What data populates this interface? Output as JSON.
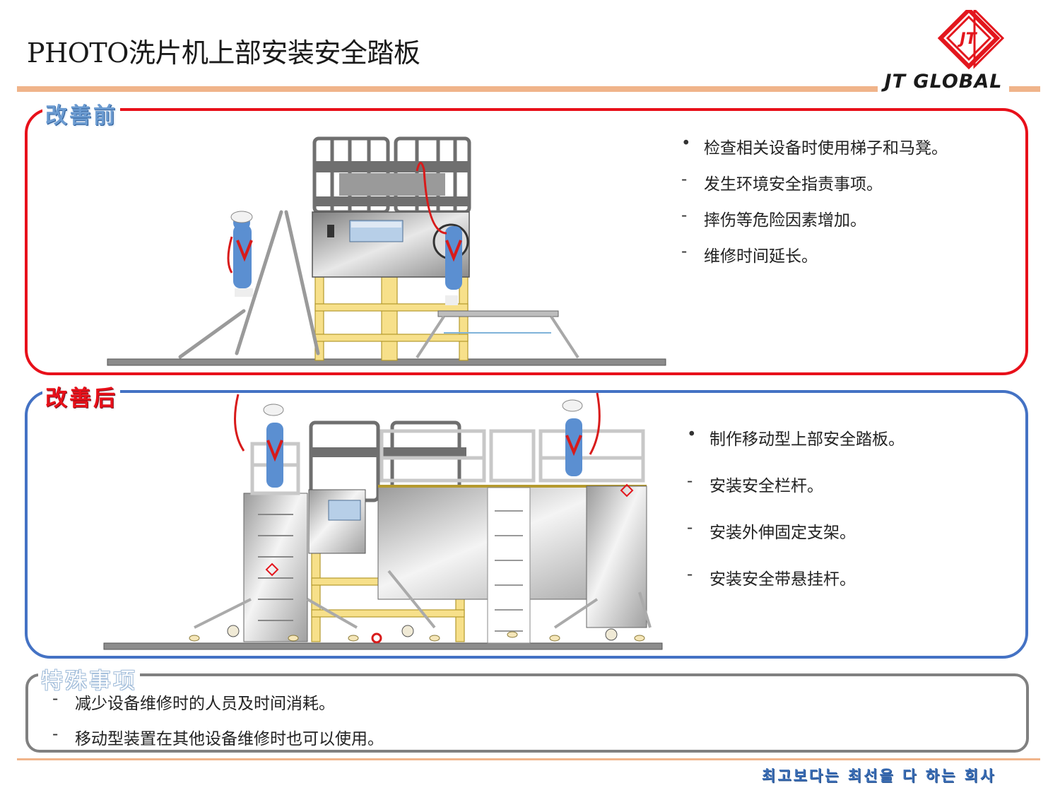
{
  "header": {
    "title": "PHOTO洗片机上部安装安全踏板",
    "logo_text": "JT GLOBAL",
    "logo_mark": "JT",
    "rule_color": "#f0b48a"
  },
  "before": {
    "label": "改善前",
    "border_color": "#e8101a",
    "bullets": [
      {
        "mark": "•",
        "text": "检查相关设备时使用梯子和马凳。"
      },
      {
        "mark": "-",
        "text": "发生环境安全指责事项。"
      },
      {
        "mark": "-",
        "text": "摔伤等危险因素增加。"
      },
      {
        "mark": "-",
        "text": "维修时间延长。"
      }
    ],
    "illustration": "workers-on-ladder-and-stool-at-photo-processor"
  },
  "after": {
    "label": "改善后",
    "border_color": "#4472c4",
    "bullets": [
      {
        "mark": "•",
        "text": "制作移动型上部安全踏板。"
      },
      {
        "mark": "-",
        "text": "安装安全栏杆。"
      },
      {
        "mark": "-",
        "text": "安装外伸固定支架。"
      },
      {
        "mark": "-",
        "text": "安装安全带悬挂杆。"
      }
    ],
    "illustration": "workers-on-mobile-safety-platform-with-railings"
  },
  "notes": {
    "label": "特殊事项",
    "border_color": "#808080",
    "bullets": [
      {
        "mark": "-",
        "text": "减少设备维修时的人员及时间消耗。"
      },
      {
        "mark": "-",
        "text": "移动型装置在其他设备维修时也可以使用。"
      }
    ]
  },
  "footer": {
    "slogan": "최고보다는 최선을 다 하는 회사"
  }
}
